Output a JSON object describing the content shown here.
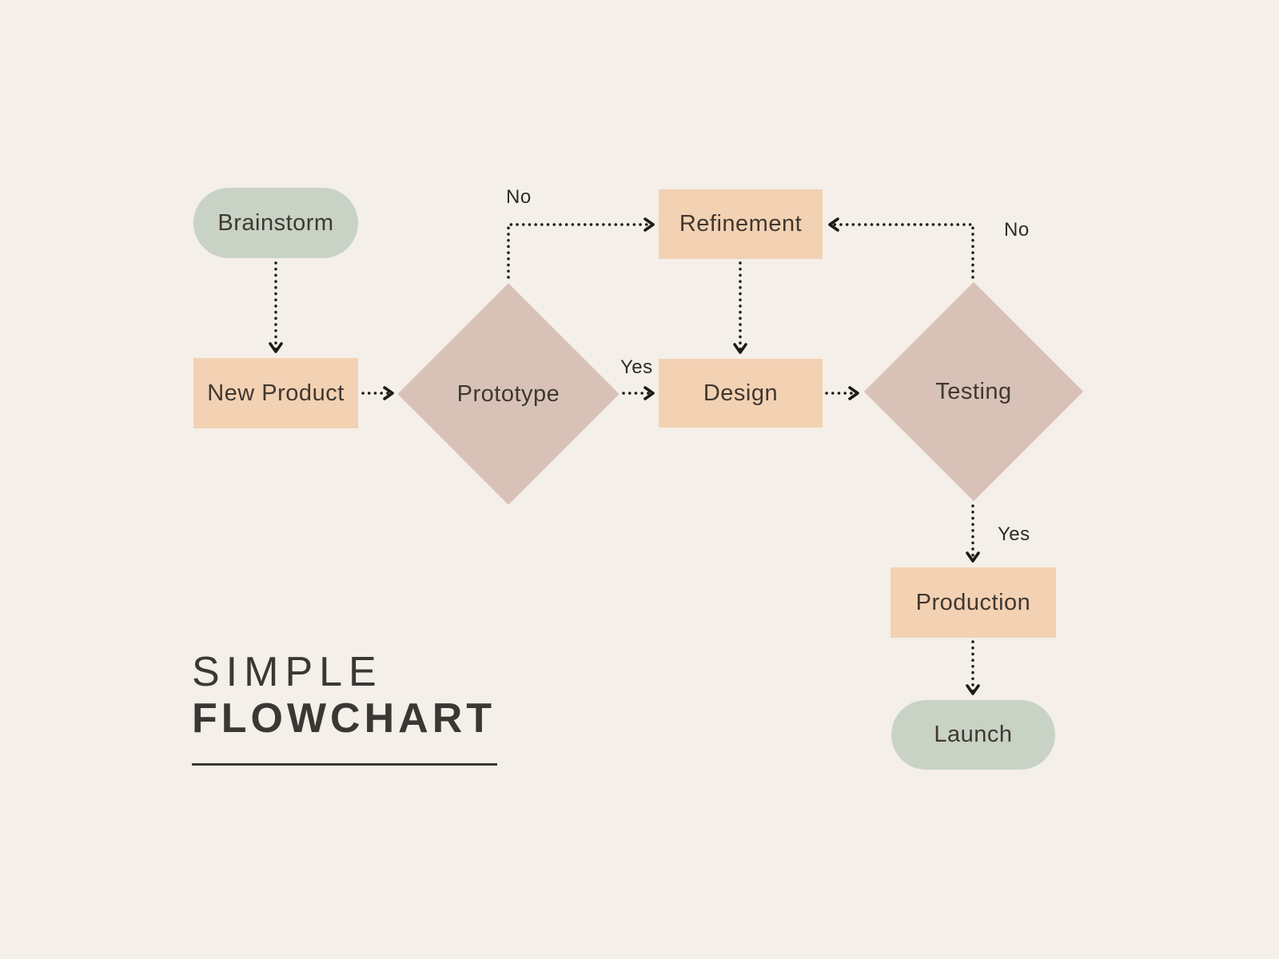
{
  "title": {
    "line1": "SIMPLE",
    "line2": "FLOWCHART"
  },
  "nodes": {
    "brainstorm": {
      "label": "Brainstorm",
      "type": "terminal"
    },
    "new_product": {
      "label": "New Product",
      "type": "process"
    },
    "prototype": {
      "label": "Prototype",
      "type": "decision"
    },
    "refinement": {
      "label": "Refinement",
      "type": "process"
    },
    "design": {
      "label": "Design",
      "type": "process"
    },
    "testing": {
      "label": "Testing",
      "type": "decision"
    },
    "production": {
      "label": "Production",
      "type": "process"
    },
    "launch": {
      "label": "Launch",
      "type": "terminal"
    }
  },
  "edge_labels": {
    "prototype_no": "No",
    "prototype_yes": "Yes",
    "testing_no": "No",
    "testing_yes": "Yes"
  },
  "edges": [
    {
      "from": "brainstorm",
      "to": "new_product",
      "label": ""
    },
    {
      "from": "new_product",
      "to": "prototype",
      "label": ""
    },
    {
      "from": "prototype",
      "to": "refinement",
      "label": "No"
    },
    {
      "from": "prototype",
      "to": "design",
      "label": "Yes"
    },
    {
      "from": "refinement",
      "to": "design",
      "label": ""
    },
    {
      "from": "design",
      "to": "testing",
      "label": ""
    },
    {
      "from": "testing",
      "to": "refinement",
      "label": "No"
    },
    {
      "from": "testing",
      "to": "production",
      "label": "Yes"
    },
    {
      "from": "production",
      "to": "launch",
      "label": ""
    }
  ],
  "colors": {
    "background": "#f4efe8",
    "terminal": "#c8d3c5",
    "process": "#f3d1b3",
    "decision": "#d8c2b8",
    "arrow": "#1c1a17",
    "node_text": "#403831",
    "label_text": "#2e2c29",
    "title": "#3a3834"
  }
}
